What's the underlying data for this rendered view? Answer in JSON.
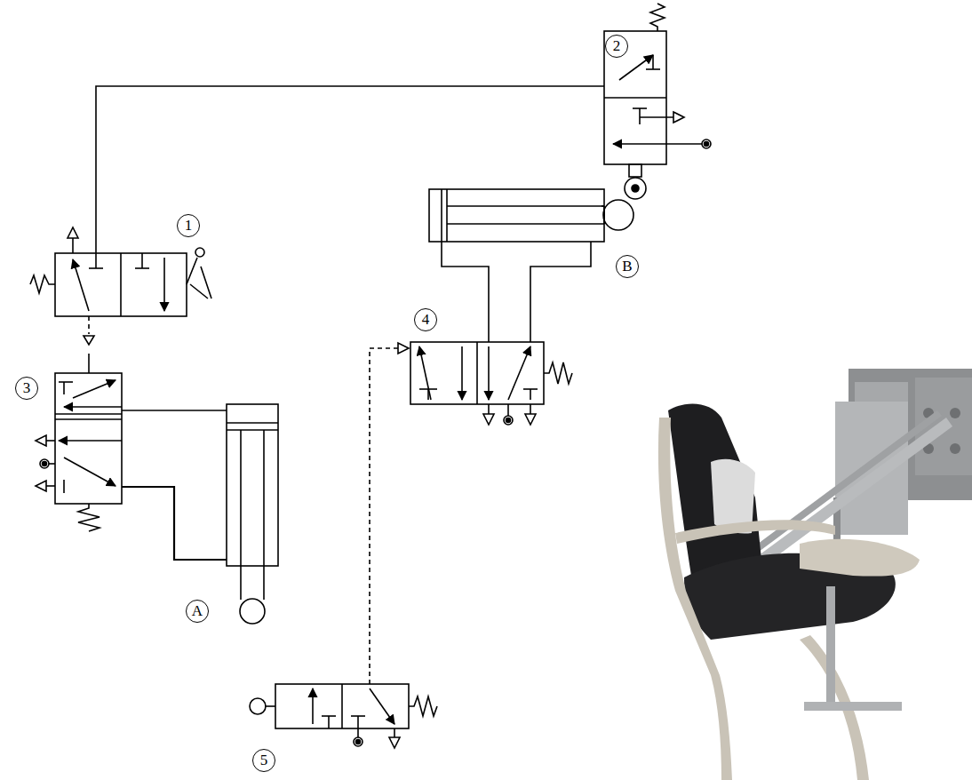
{
  "diagram": {
    "labels": [
      "2",
      "1",
      "B",
      "4",
      "3",
      "A",
      "5"
    ]
  }
}
